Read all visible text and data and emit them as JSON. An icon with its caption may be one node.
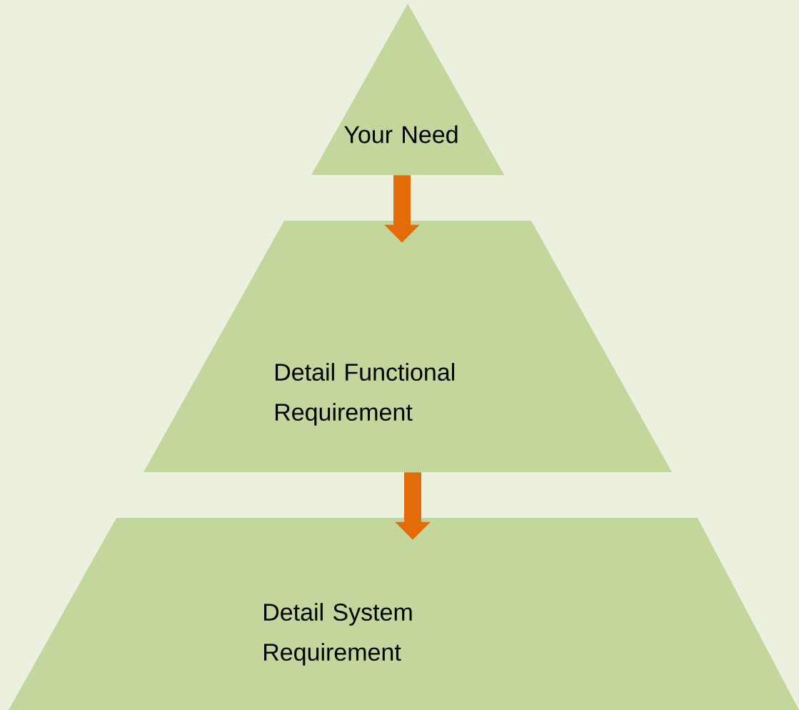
{
  "diagram": {
    "nodes": [
      {
        "text": [
          "Your Need"
        ]
      },
      {
        "text": [
          "Detail Functional Requirement"
        ]
      },
      {
        "text": [
          "Detail System Requirement"
        ]
      }
    ],
    "edges": [
      {
        "from": 0,
        "to": 1,
        "arrow": "to"
      },
      {
        "from": 1,
        "to": 2,
        "arrow": "to"
      }
    ]
  }
}
